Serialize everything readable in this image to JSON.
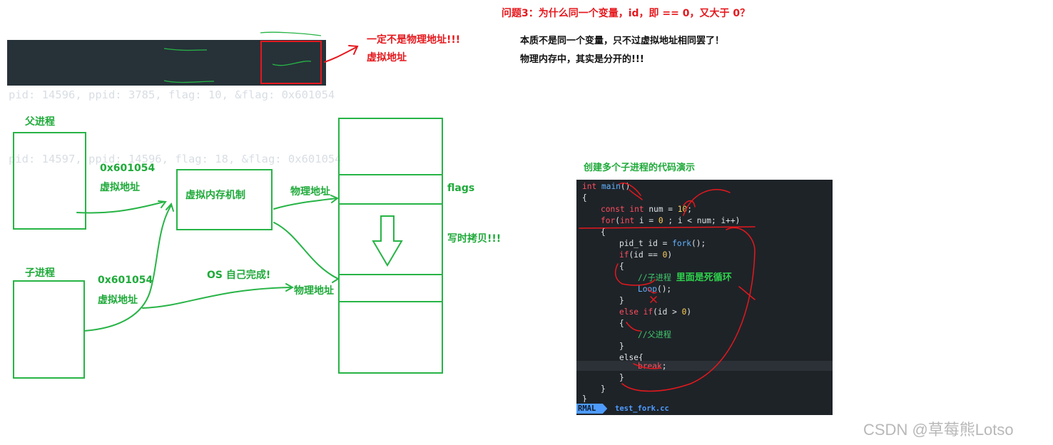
{
  "question": "问题3：为什么同一个变量，id，即 == 0，又大于 0？",
  "answer_line1": "本质不是同一个变量，只不过虚拟地址相同罢了！",
  "answer_line2": "物理内存中，其实是分开的!!!",
  "terminal": {
    "line1": "pid: 14596, ppid: 3785, flag: 10, &flag: 0x601054",
    "line2": "pid: 14597, ppid: 14596, flag: 18, &flag: 0x601054"
  },
  "note_not_physical": "一定不是物理地址!!!",
  "note_virtual": "虚拟地址",
  "diagram": {
    "parent_label": "父进程",
    "child_label": "子进程",
    "parent_addr": "0x601054",
    "parent_addr_note": "虚拟地址",
    "child_addr": "0x601054",
    "child_addr_note": "虚拟地址",
    "vm_box": "虚拟内存机制",
    "phys1": "物理地址",
    "phys2": "物理地址",
    "os_note": "OS 自己完成!",
    "flags": "flags",
    "cow": "写时拷贝!!!"
  },
  "code_title": "创建多个子进程的代码演示",
  "code": {
    "l1a": "int",
    "l1b": "main",
    "l1c": "()",
    "l2": "{",
    "l3a": "const int",
    "l3b": " num = ",
    "l3c": "10",
    "l3d": ";",
    "l4a": "for",
    "l4b": "(",
    "l4c": "int",
    "l4d": " i = ",
    "l4e": "0",
    "l4f": " ; i < num; i++)",
    "l5": "{",
    "l6a": "pid_t id = ",
    "l6b": "fork",
    "l6c": "();",
    "l7a": "if",
    "l7b": "(id == ",
    "l7c": "0",
    "l7d": ")",
    "l8": "{",
    "l9": "//子进程",
    "l9_note": "里面是死循环",
    "l10a": "Loop",
    "l10b": "();",
    "l11": "}",
    "l12a": "else if",
    "l12b": "(id > ",
    "l12c": "0",
    "l12d": ")",
    "l13": "{",
    "l14": "//父进程",
    "l15": "}",
    "l16": "else{",
    "l17a": "break",
    "l17b": ";",
    "l18": "}",
    "l19": "}",
    "l20": "}",
    "mode": "RMAL",
    "filename": "test_fork.cc"
  },
  "watermark": "CSDN @草莓熊Lotso",
  "colors": {
    "red": "#e5181d",
    "green": "#27b446",
    "terminal_bg": "#263238",
    "code_bg": "#1e2328"
  }
}
